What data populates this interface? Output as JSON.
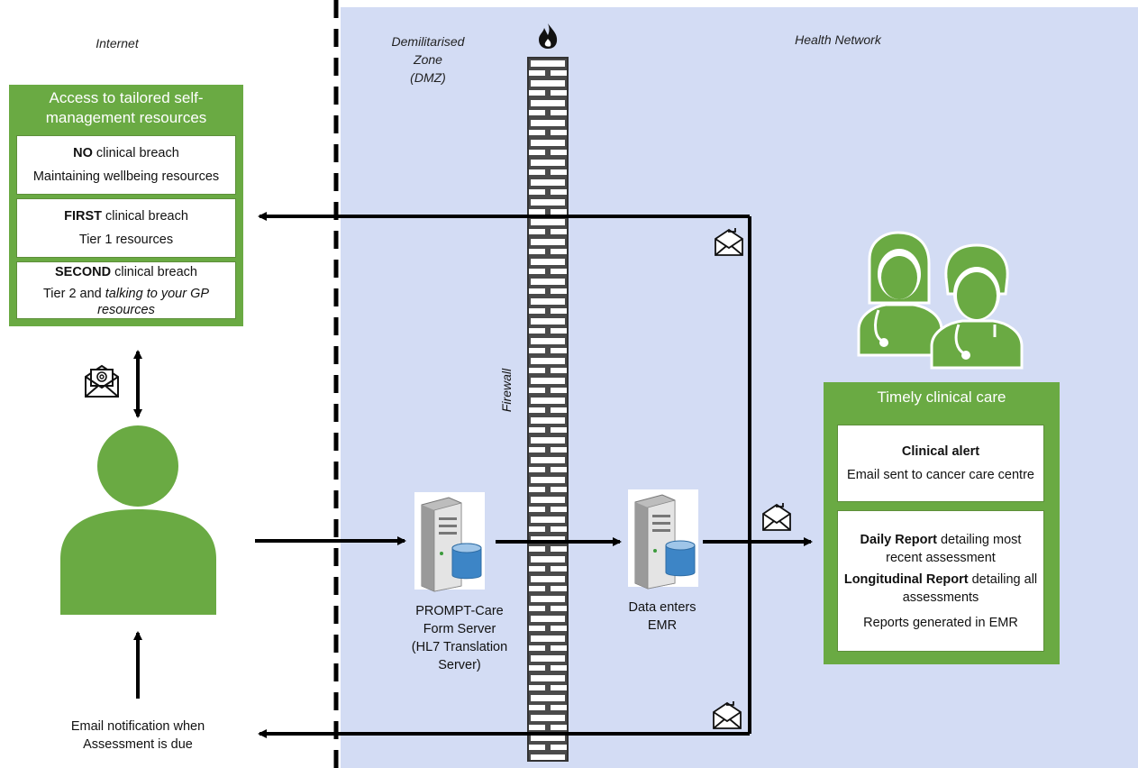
{
  "zones": {
    "internet": "Internet",
    "dmz_line1": "Demilitarised",
    "dmz_line2": "Zone",
    "dmz_line3": "(DMZ)",
    "health_network": "Health Network",
    "firewall": "Firewall"
  },
  "self_management": {
    "title_line1": "Access to tailored self-",
    "title_line2": "management resources",
    "no_breach": {
      "bold": "NO",
      "rest": " clinical breach",
      "detail": "Maintaining wellbeing resources"
    },
    "first_breach": {
      "bold": "FIRST",
      "rest": " clinical breach",
      "detail": "Tier 1 resources"
    },
    "second_breach": {
      "bold": "SECOND",
      "rest": " clinical breach",
      "detail_prefix": "Tier 2 and ",
      "detail_italic": "talking to your GP",
      "detail_line2": "resources"
    }
  },
  "servers": {
    "prompt_care_lines": [
      "PROMPT-Care",
      "Form Server",
      "(HL7 Translation",
      "Server)"
    ],
    "emr_lines": [
      "Data enters",
      "EMR"
    ]
  },
  "clinical_care": {
    "title": "Timely clinical care",
    "alert_title": "Clinical alert",
    "alert_detail": "Email sent to cancer care centre",
    "daily_bold": "Daily Report",
    "daily_rest_1": " detailing most",
    "daily_rest_2": "recent assessment",
    "longitudinal_bold": "Longitudinal Report",
    "longitudinal_rest_1": " detailing all",
    "longitudinal_rest_2": "assessments",
    "reports_generated": "Reports generated in EMR"
  },
  "notification": {
    "line1": "Email notification when",
    "line2": "Assessment is due"
  },
  "colors": {
    "green": "#6aaa43",
    "health_bg": "#d3dcf4",
    "brick": "#4a4a4a"
  },
  "icons": [
    "flame-icon",
    "envelope-icon",
    "email-at-icon",
    "server-icon",
    "person-icon",
    "clinicians-icon"
  ]
}
